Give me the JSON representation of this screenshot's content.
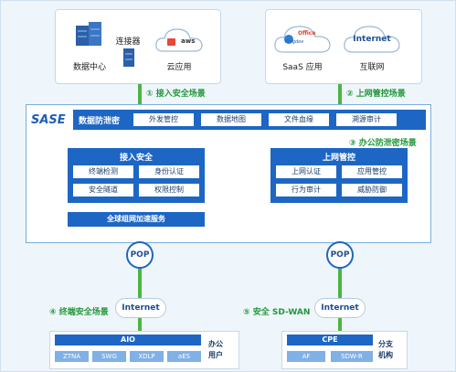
{
  "colors": {
    "primary": "#1d66c4",
    "accent_green": "#4bb543",
    "label_green": "#23983a",
    "background": "#eef5fb"
  },
  "top_left": {
    "datacenter_label": "数据中心",
    "connector_label": "连接器",
    "cloud_app_label": "云应用",
    "aws_text": "aws",
    "datacenter_icon": "server-rack-icon",
    "cloud_icon": "cloud-icon"
  },
  "top_right": {
    "saas_label": "SaaS 应用",
    "internet_logo": "Internet",
    "internet_label": "互联网",
    "saas_logo_1": "Office",
    "saas_logo_2": "Kingdee",
    "cloud_icon": "cloud-icon"
  },
  "scenarios": {
    "s1": "① 接入安全场景",
    "s2": "② 上网管控场景",
    "s3": "③ 办公防泄密场景",
    "s4": "④ 终端安全场景",
    "s5": "⑤ 安全 SD-WAN"
  },
  "sase": {
    "title": "SASE",
    "dlp": {
      "title": "数据防泄密",
      "items": [
        "外发管控",
        "数据地图",
        "文件血缘",
        "溯源审计"
      ]
    },
    "access": {
      "title": "接入安全",
      "items": [
        "终端检测",
        "身份认证",
        "安全隧道",
        "权限控制"
      ]
    },
    "web": {
      "title": "上网管控",
      "items": [
        "上网认证",
        "应用管控",
        "行为审计",
        "威胁防御"
      ]
    },
    "network": "全球组网加速服务"
  },
  "pop": {
    "left": "POP",
    "right": "POP"
  },
  "internet": {
    "left": "Internet",
    "right": "Internet"
  },
  "aio": {
    "title": "AIO",
    "items": [
      "ZTNA",
      "SWG",
      "XDLP",
      "aES"
    ],
    "side_line1": "办公",
    "side_line2": "用户"
  },
  "cpe": {
    "title": "CPE",
    "items": [
      "AF",
      "SDW-R"
    ],
    "side_line1": "分支",
    "side_line2": "机构"
  }
}
